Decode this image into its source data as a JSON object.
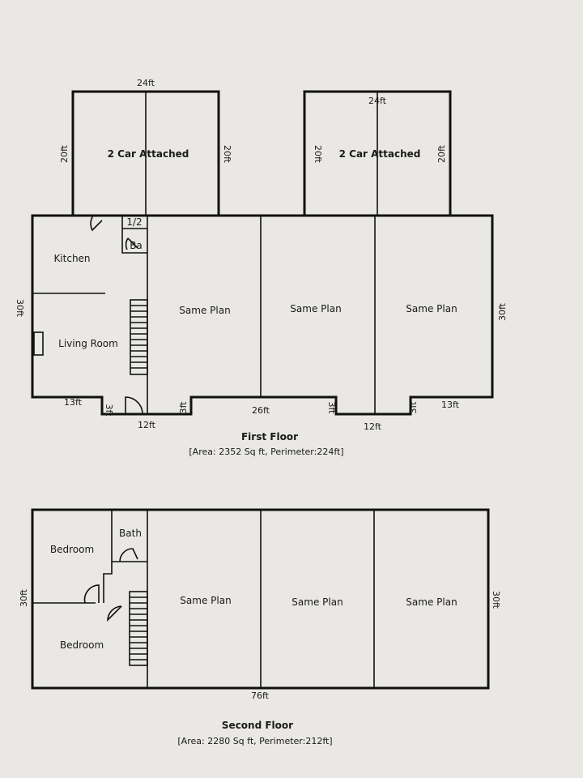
{
  "garages": [
    {
      "label": "2 Car Attached",
      "width": "24ft",
      "depth_left": "20ft",
      "depth_right": "20ft"
    },
    {
      "label": "2 Car Attached",
      "width": "24ft",
      "depth_left": "20ft",
      "depth_right": "20ft"
    }
  ],
  "first_floor": {
    "rooms": {
      "kitchen": "Kitchen",
      "living_room": "Living Room",
      "half_bath_top": "1/2",
      "half_bath_bottom": "Ba",
      "same_plan": [
        "Same Plan",
        "Same Plan",
        "Same Plan"
      ]
    },
    "dims": {
      "left_depth": "30ft",
      "right_depth": "30ft",
      "left_bottom": "13ft",
      "left_step": "3ft",
      "left_entry": "12ft",
      "mid_step_left": "3ft",
      "middle": "26ft",
      "mid_step_right": "3ft",
      "right_entry": "12ft",
      "right_step": "3ft",
      "right_bottom": "13ft"
    },
    "title": "First Floor",
    "stats": "[Area: 2352 Sq ft,  Perimeter:224ft]"
  },
  "second_floor": {
    "rooms": {
      "bedroom_top": "Bedroom",
      "bedroom_bottom": "Bedroom",
      "bath": "Bath",
      "same_plan": [
        "Same Plan",
        "Same Plan",
        "Same Plan"
      ]
    },
    "dims": {
      "left_depth": "30ft",
      "right_depth": "30ft",
      "width": "76ft"
    },
    "title": "Second Floor",
    "stats": "[Area: 2280 Sq ft,  Perimeter:212ft]"
  },
  "colors": {
    "paper": "#e9e8e4",
    "ink": "#111111"
  }
}
